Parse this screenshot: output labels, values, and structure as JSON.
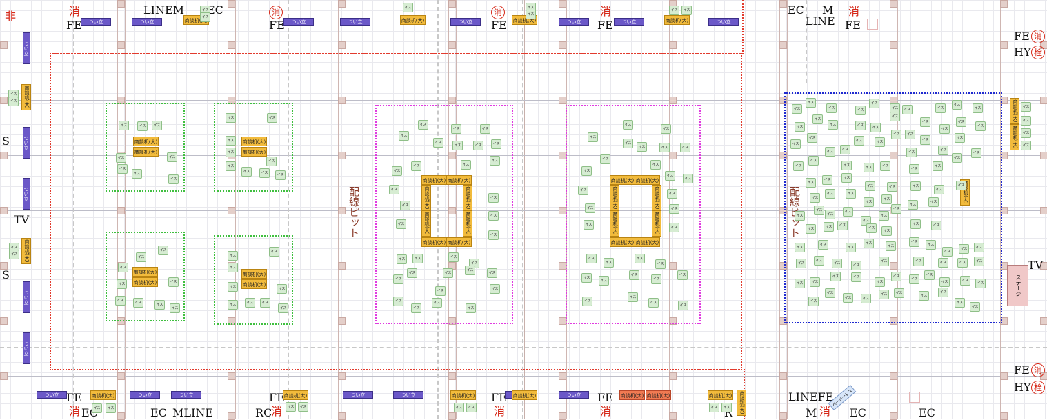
{
  "colors": {
    "zone_red": "#e23b2e",
    "zone_green": "#3fbf3f",
    "zone_pink": "#e03be0",
    "zone_blue": "#1f2ad0",
    "desk": "#f2bb3c",
    "desk_red": "#f07a52",
    "partition": "#6b58c8",
    "chair": "#d6ecd2",
    "stage": "#f0c8c8",
    "text_red": "#d62818"
  },
  "labels": {
    "chair": "イス",
    "desk": "商談机(大)",
    "partition": "つい立",
    "fire": "消",
    "hydrant": "栓",
    "emergency": "非",
    "fe": "FE",
    "ec": "EC",
    "line": "LINE",
    "m": "M",
    "hy": "HY",
    "tv": "TV",
    "s": "S",
    "rc": "RC",
    "r": "R",
    "linem": "LINEM",
    "mline": "MLINE",
    "linefe": "LINEFE",
    "pit": "配線ピット",
    "stage": "ステージ",
    "tag": "ペーパーレス"
  },
  "icons": {
    "fire_extinguisher": "fire-extinguisher-icon",
    "hydrant": "hydrant-icon",
    "floor_box": "floor-box-icon"
  }
}
